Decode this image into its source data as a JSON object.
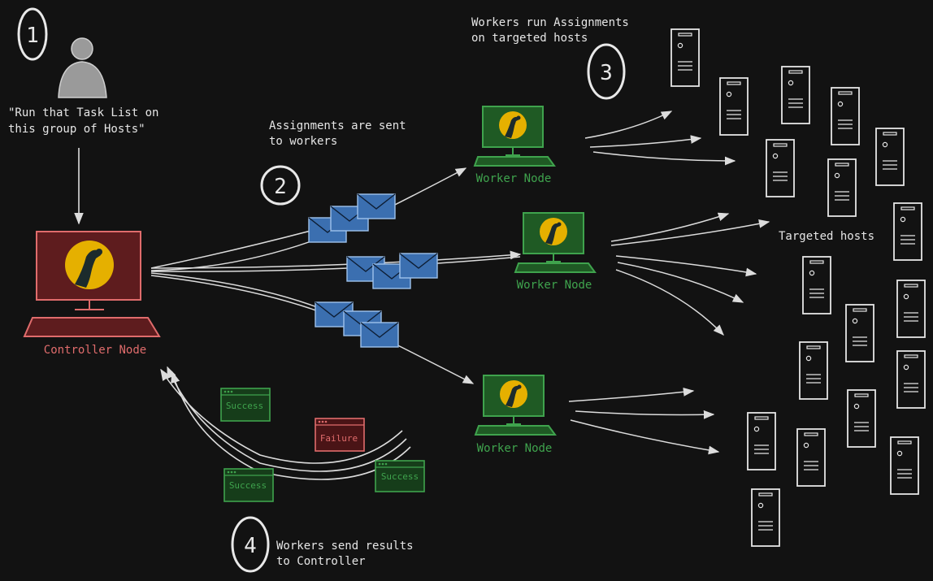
{
  "steps": {
    "step1": {
      "number": "1",
      "quote_line1": "\"Run that Task List on",
      "quote_line2": "this group of Hosts\""
    },
    "step2": {
      "number": "2",
      "line1": "Assignments are sent",
      "line2": "to workers"
    },
    "step3": {
      "number": "3",
      "line1": "Workers run Assignments",
      "line2": "on targeted hosts"
    },
    "step4": {
      "number": "4",
      "line1": "Workers send results",
      "line2": "to Controller"
    }
  },
  "nodes": {
    "controller_label": "Controller Node",
    "worker_label": "Worker Node"
  },
  "hosts_label": "Targeted hosts",
  "results": {
    "success": "Success",
    "failure": "Failure"
  },
  "colors": {
    "background": "#121212",
    "controller": "#e06c6c",
    "worker": "#3fa34d",
    "envelope": "#3b6fb0",
    "stroke": "#d8d8d8",
    "logo": "#e8b400"
  }
}
